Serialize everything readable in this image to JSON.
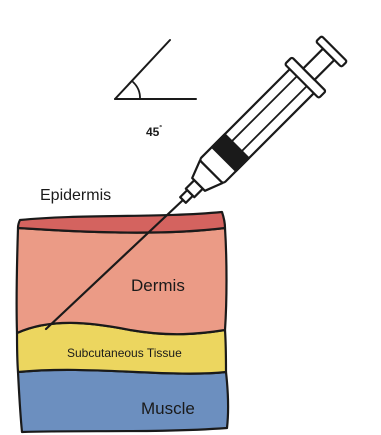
{
  "angle": {
    "label": "45",
    "degree_symbol": "˚"
  },
  "layers": [
    {
      "key": "epidermis",
      "label": "Epidermis",
      "color": "#d4635f"
    },
    {
      "key": "dermis",
      "label": "Dermis",
      "color": "#eb9b86"
    },
    {
      "key": "subcutaneous",
      "label": "Subcutaneous Tissue",
      "color": "#ecd65f"
    },
    {
      "key": "muscle",
      "label": "Muscle",
      "color": "#6c8fbf"
    }
  ],
  "colors": {
    "outline": "#1a1a1a",
    "syringe_band": "#1a1a1a",
    "background": "#ffffff"
  }
}
